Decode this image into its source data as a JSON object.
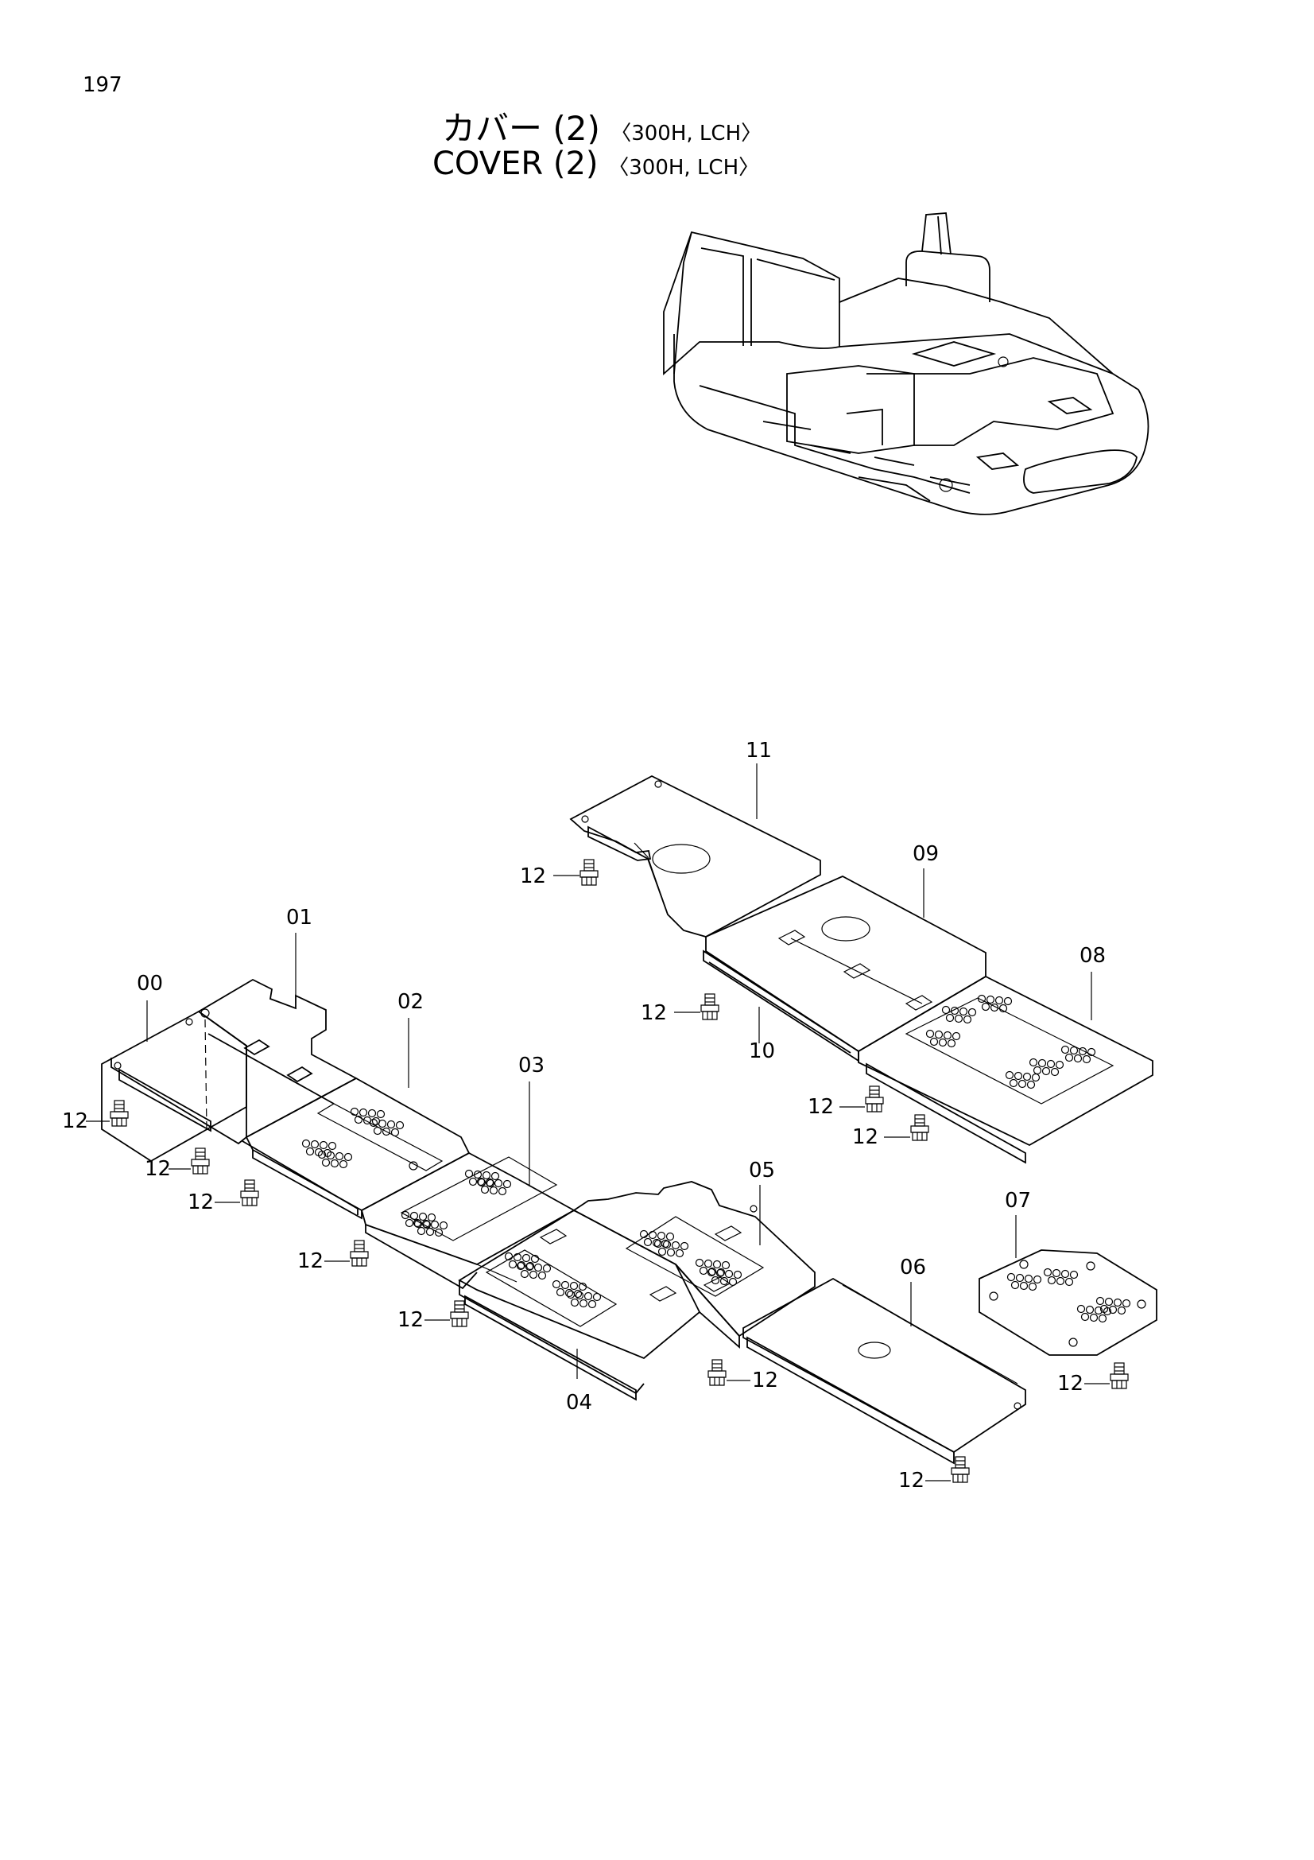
{
  "page_number": "197",
  "title_jp": {
    "main": "カバー (2)",
    "sub": "〈300H, LCH〉"
  },
  "title_en": {
    "main": "COVER (2)",
    "sub": "〈300H, LCH〉"
  },
  "callouts": {
    "p00": "00",
    "p01": "01",
    "p02": "02",
    "p03": "03",
    "p04": "04",
    "p05": "05",
    "p06": "06",
    "p07": "07",
    "p08": "08",
    "p09": "09",
    "p10": "10",
    "p11": "11",
    "bolt": "12"
  }
}
